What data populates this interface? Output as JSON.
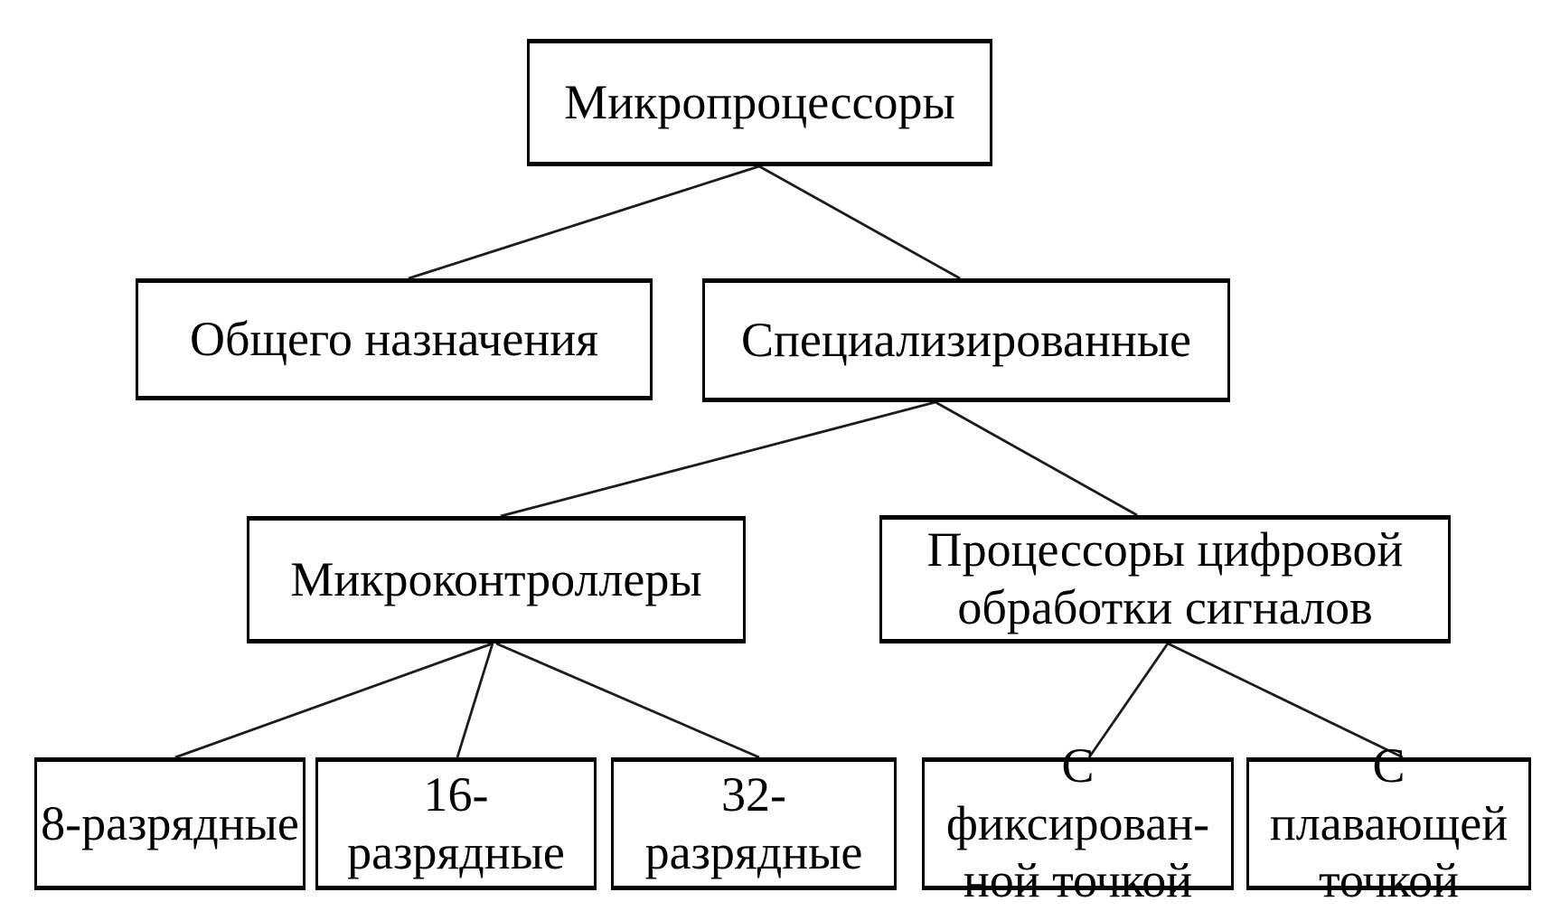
{
  "diagram": {
    "type": "tree",
    "language": "ru",
    "topic": "Классификация микропроцессоров",
    "colors": {
      "background": "#ffffff",
      "box_border": "#000000",
      "text": "#000000",
      "connector_line": "#1c1c1c"
    },
    "nodes": [
      {
        "id": "root",
        "label": "Микропроцессоры"
      },
      {
        "id": "general",
        "label": "Общего назначения"
      },
      {
        "id": "special",
        "label": "Специализированные"
      },
      {
        "id": "mcu",
        "label": "Микроконтроллеры"
      },
      {
        "id": "dsp",
        "label": "Процессоры цифровой\nобработки сигналов"
      },
      {
        "id": "b8",
        "label": "8-разрядные"
      },
      {
        "id": "b16",
        "label": "16-разрядные"
      },
      {
        "id": "b32",
        "label": "32-разрядные"
      },
      {
        "id": "fixed",
        "label": "С фиксирован-\nной точкой"
      },
      {
        "id": "float",
        "label": "С плавающей\nточкой"
      }
    ],
    "edges": [
      {
        "from": "root",
        "to": "general"
      },
      {
        "from": "root",
        "to": "special"
      },
      {
        "from": "special",
        "to": "mcu"
      },
      {
        "from": "special",
        "to": "dsp"
      },
      {
        "from": "mcu",
        "to": "b8"
      },
      {
        "from": "mcu",
        "to": "b16"
      },
      {
        "from": "mcu",
        "to": "b32"
      },
      {
        "from": "dsp",
        "to": "fixed"
      },
      {
        "from": "dsp",
        "to": "float"
      }
    ]
  }
}
